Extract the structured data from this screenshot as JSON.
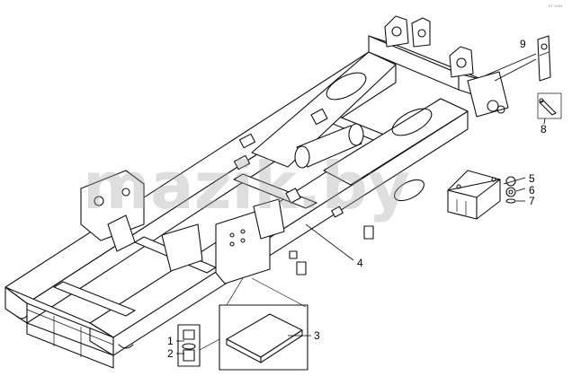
{
  "watermark": "mazik.by",
  "corner_mark": "ET 1004",
  "callouts": [
    {
      "id": "c1",
      "label": "1"
    },
    {
      "id": "c2",
      "label": "2"
    },
    {
      "id": "c3",
      "label": "3"
    },
    {
      "id": "c4",
      "label": "4"
    },
    {
      "id": "c5",
      "label": "5"
    },
    {
      "id": "c6",
      "label": "6"
    },
    {
      "id": "c7",
      "label": "7"
    },
    {
      "id": "c8",
      "label": "8"
    },
    {
      "id": "c9",
      "label": "9"
    }
  ],
  "colors": {
    "line": "#111111",
    "background": "#ffffff",
    "watermark": "#a0a0a0"
  }
}
